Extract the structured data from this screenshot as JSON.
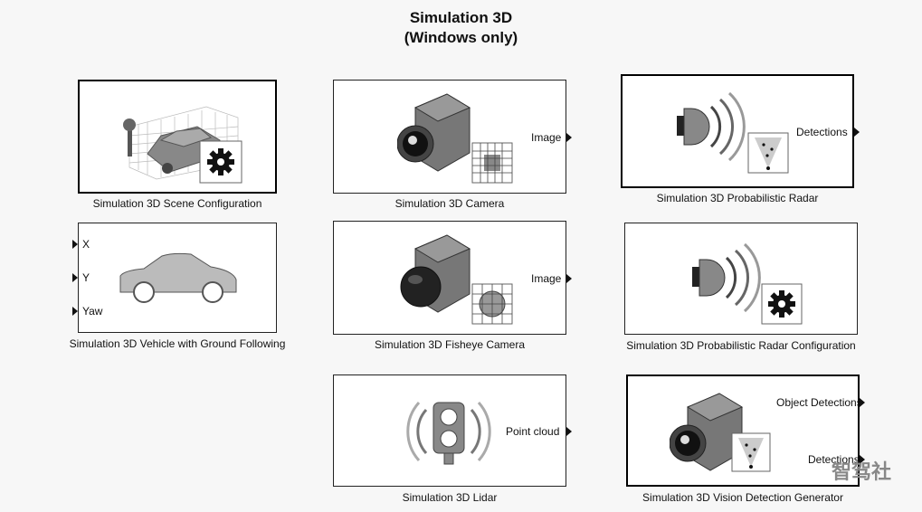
{
  "title": {
    "line1": "Simulation 3D",
    "line2": "(Windows only)"
  },
  "blocks": {
    "scene_config": {
      "label": "Simulation 3D Scene Configuration"
    },
    "camera": {
      "label": "Simulation 3D Camera",
      "port_out": "Image"
    },
    "prob_radar": {
      "label": "Simulation 3D Probabilistic Radar",
      "port_out": "Detections"
    },
    "vehicle": {
      "label": "Simulation 3D Vehicle with Ground Following",
      "port_x": "X",
      "port_y": "Y",
      "port_yaw": "Yaw"
    },
    "fisheye": {
      "label": "Simulation 3D Fisheye Camera",
      "port_out": "Image"
    },
    "radar_config": {
      "label": "Simulation 3D Probabilistic Radar Configuration"
    },
    "lidar": {
      "label": "Simulation 3D Lidar",
      "port_out": "Point cloud"
    },
    "vision": {
      "label": "Simulation 3D Vision Detection Generator",
      "port_out_1": "Object Detections",
      "port_out_2": "Detections"
    }
  },
  "watermark": "智驾社"
}
